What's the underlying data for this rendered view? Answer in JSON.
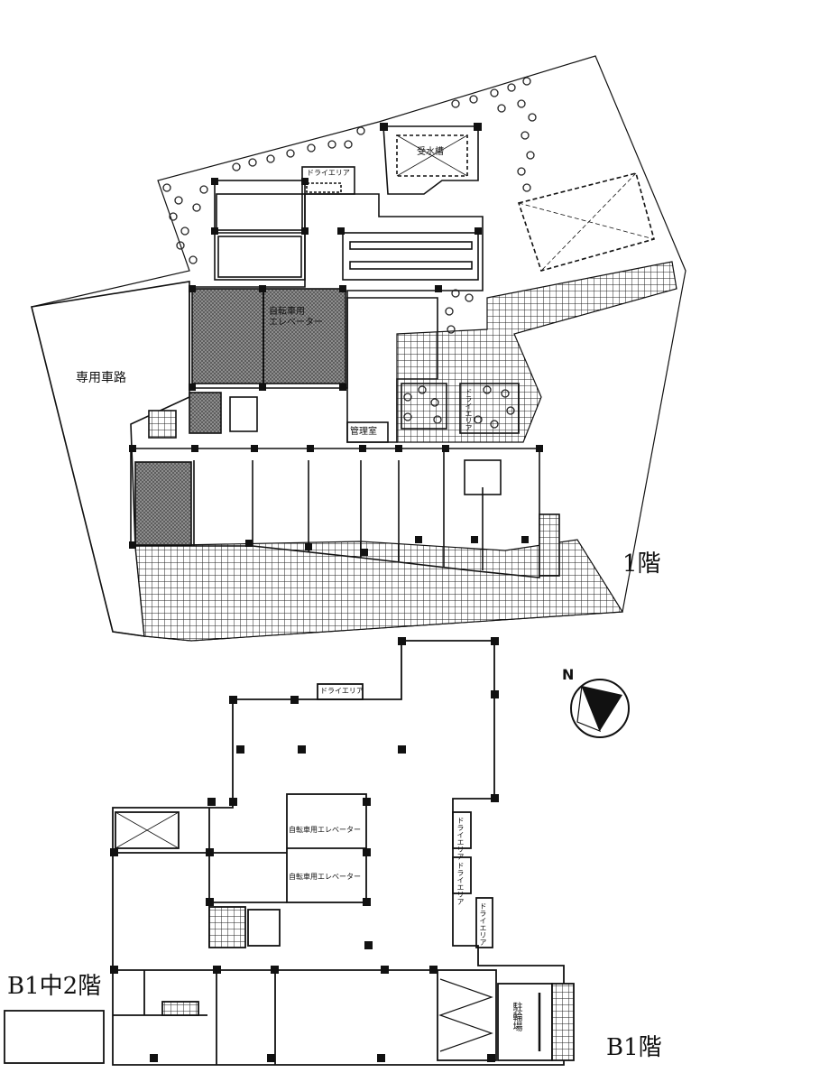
{
  "floors": {
    "f1": "1階",
    "b1": "B1階",
    "b1_mezz": "B1中2階"
  },
  "compass": "N",
  "labels": {
    "private_road": "専用車路",
    "water_tank": "受水槽",
    "dry_area_1f": "ドライエリア",
    "bike_elevator_1f": "自転車用\nエレベーター",
    "manager_room": "管理室",
    "dry_area_1f_garden": "ドライエリア",
    "dry_area_b1_top": "ドライエリア",
    "bike_elevator_b1_a": "自転車用エレベーター",
    "bike_elevator_b1_b": "自転車用エレベーター",
    "dry_area_b1_right_a": "ドライエリア",
    "dry_area_b1_right_b": "ドライエリア",
    "dry_area_b1_right_c": "ドライエリア",
    "bike_parking_b1": "駐輪場"
  },
  "colors": {
    "line": "#111111",
    "hatch": "#6a6a6a",
    "tree": "#222222"
  }
}
